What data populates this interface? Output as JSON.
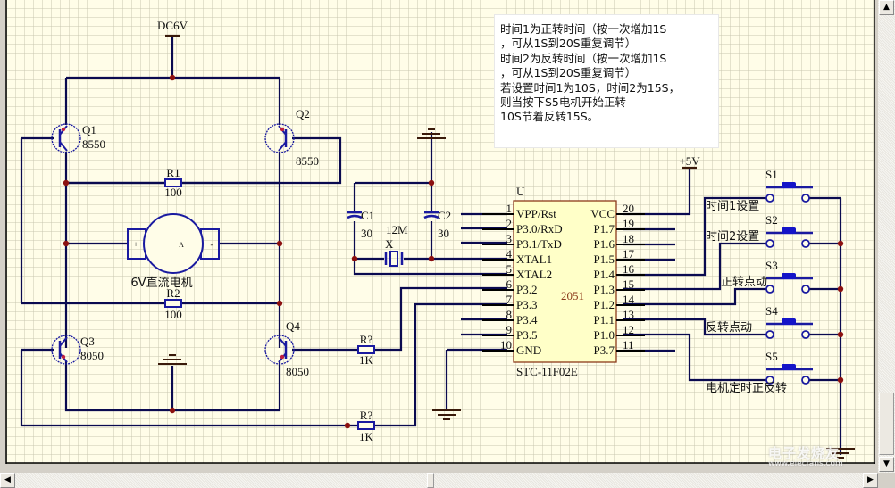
{
  "power": {
    "dc_supply": "DC6V",
    "vcc": "+5V"
  },
  "transistors": [
    {
      "ref": "Q1",
      "part": "8550"
    },
    {
      "ref": "Q2",
      "part": "8550"
    },
    {
      "ref": "Q3",
      "part": "8050"
    },
    {
      "ref": "Q4",
      "part": "8050"
    }
  ],
  "resistors": [
    {
      "ref": "R1",
      "value": "100"
    },
    {
      "ref": "R2",
      "value": "100"
    },
    {
      "ref": "R?",
      "value": "1K"
    },
    {
      "ref": "R?",
      "value": "1K"
    }
  ],
  "motor": {
    "label": "6V直流电机",
    "plus": "+",
    "minus": "-",
    "symbol": "A"
  },
  "capacitors": [
    {
      "ref": "C1",
      "value": "30"
    },
    {
      "ref": "C2",
      "value": "30"
    }
  ],
  "crystal": {
    "ref": "X",
    "value": "12M"
  },
  "mcu": {
    "ref": "U",
    "core": "2051",
    "part": "STC-11F02E",
    "left_pins": [
      {
        "num": "1",
        "name": "VPP/Rst"
      },
      {
        "num": "2",
        "name": "P3.0/RxD"
      },
      {
        "num": "3",
        "name": "P3.1/TxD"
      },
      {
        "num": "4",
        "name": "XTAL1"
      },
      {
        "num": "5",
        "name": "XTAL2"
      },
      {
        "num": "6",
        "name": "P3.2"
      },
      {
        "num": "7",
        "name": "P3.3"
      },
      {
        "num": "8",
        "name": "P3.4"
      },
      {
        "num": "9",
        "name": "P3.5"
      },
      {
        "num": "10",
        "name": "GND"
      }
    ],
    "right_pins": [
      {
        "num": "20",
        "name": "VCC"
      },
      {
        "num": "19",
        "name": "P1.7"
      },
      {
        "num": "18",
        "name": "P1.6"
      },
      {
        "num": "17",
        "name": "P1.5"
      },
      {
        "num": "16",
        "name": "P1.4"
      },
      {
        "num": "15",
        "name": "P1.3"
      },
      {
        "num": "14",
        "name": "P1.2"
      },
      {
        "num": "13",
        "name": "P1.1"
      },
      {
        "num": "12",
        "name": "P1.0"
      },
      {
        "num": "11",
        "name": "P3.7"
      }
    ]
  },
  "switches": [
    {
      "ref": "S1",
      "label": "时间1设置"
    },
    {
      "ref": "S2",
      "label": "时间2设置"
    },
    {
      "ref": "S3",
      "label": "正转点动"
    },
    {
      "ref": "S4",
      "label": "反转点动"
    },
    {
      "ref": "S5",
      "label": "电机定时正反转"
    }
  ],
  "note": {
    "lines": [
      "时间1为正转时间（按一次增加1S",
      "，可从1S到20S重复调节）",
      "时间2为反转时间（按一次增加1S",
      "，可从1S到20S重复调节）",
      "",
      "若设置时间1为10S，时间2为15S，",
      "则当按下S5电机开始正转",
      "10S节着反转15S。"
    ]
  },
  "scrollbars": {
    "up": "▲",
    "down": "▼",
    "left": "◀",
    "right": "▶"
  },
  "watermark": {
    "text": "电子发烧友",
    "url": "www.elecfans.com"
  },
  "colors": {
    "grid_bg": "#fffde8",
    "grid_line": "#c8c6b0",
    "wire": "#0a0a50",
    "component": "#1a1aa0",
    "junction": "#8b1010",
    "ground": "#3a1a0a",
    "ic_fill": "#ffffc8",
    "ic_border": "#8b3a1a"
  }
}
